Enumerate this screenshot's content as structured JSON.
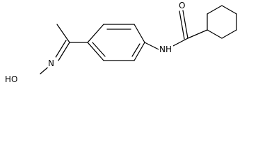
{
  "structure": {
    "atoms": {
      "oxygen_carbonyl": "O",
      "amide_nh": "NH",
      "oxime_n": "N",
      "oxime_ho": "HO"
    },
    "colors": {
      "bond": "#000000",
      "background": "#ffffff",
      "label": "#000000"
    }
  }
}
